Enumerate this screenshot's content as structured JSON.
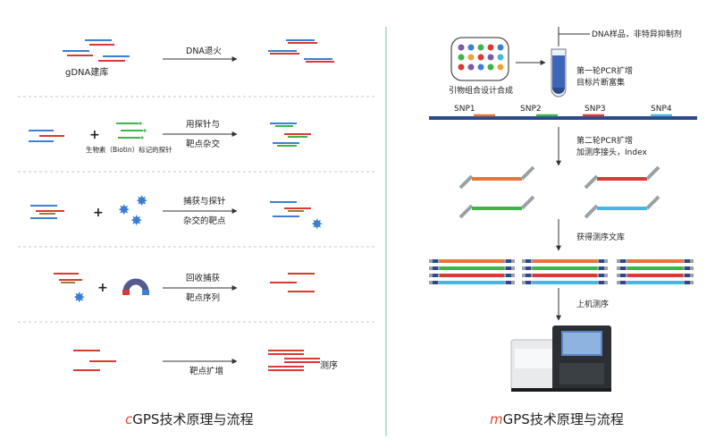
{
  "left": {
    "steps": [
      {
        "label": "DNA退火",
        "sublabel": "gDNA建库"
      },
      {
        "label_line1": "用探针与",
        "label_line2": "靶点杂交",
        "sublabel": "生物素（Biotin）标记的探针"
      },
      {
        "label_line1": "捕获与探针",
        "label_line2": "杂交的靶点"
      },
      {
        "label_line1": "回收捕获",
        "label_line2": "靶点序列"
      },
      {
        "label": "靶点扩增",
        "result": "测序"
      }
    ],
    "title_prefix": "c",
    "title_rest": "GPS技术原理与流程"
  },
  "right": {
    "primer_label": "引物组合设计合成",
    "sample_label": "DNA样品，非特异抑制剂",
    "pcr1_line1": "第一轮PCR扩增",
    "pcr1_line2": "目标片断富集",
    "snps": [
      "SNP1",
      "SNP2",
      "SNP3",
      "SNP4"
    ],
    "pcr2_line1": "第二轮PCR扩增",
    "pcr2_line2": "加测序接头，Index",
    "library_label": "获得测序文库",
    "sequencing_label": "上机测序",
    "title_prefix": "m",
    "title_rest": "GPS技术原理与流程"
  },
  "colors": {
    "blue": "#3d7fd0",
    "red": "#d93a33",
    "green": "#3fb44a",
    "orange": "#e8743a",
    "cyan": "#47b6e0",
    "gray": "#9aa1a6",
    "darkblue": "#2c4a8a",
    "divider": "#a8d5c8"
  }
}
